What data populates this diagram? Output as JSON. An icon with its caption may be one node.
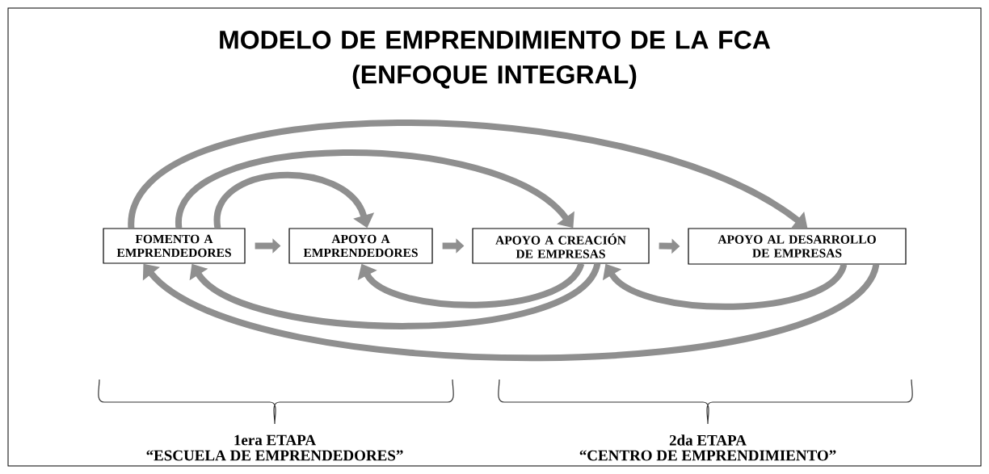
{
  "diagram": {
    "title": "MODELO DE EMPRENDIMIENTO DE LA FCA (ENFOQUE INTEGRAL)",
    "nodes": [
      {
        "text": [
          "FOMENTO A EMPRENDEDORES"
        ]
      },
      {
        "text": [
          "APOYO A EMPRENDEDORES"
        ]
      },
      {
        "text": [
          "APOYO A CREACIÓN DE EMPRESAS"
        ]
      },
      {
        "text": [
          "APOYO AL DESARROLLO DE EMPRESAS"
        ]
      }
    ],
    "edges": [
      {
        "from": 0,
        "to": 1,
        "arrow": "to"
      },
      {
        "from": 0,
        "to": 2,
        "arrow": "to"
      },
      {
        "from": 0,
        "to": 3,
        "arrow": "to"
      },
      {
        "from": 0,
        "to": 1,
        "arrow": "to"
      },
      {
        "from": 1,
        "to": 2,
        "arrow": "to"
      },
      {
        "from": 2,
        "to": 3,
        "arrow": "to"
      },
      {
        "from": 2,
        "to": 1,
        "arrow": "to"
      },
      {
        "from": 3,
        "to": 2,
        "arrow": "to"
      },
      {
        "from": 2,
        "to": 0,
        "arrow": "to"
      },
      {
        "from": 3,
        "to": 0,
        "arrow": "to"
      }
    ],
    "labels": [
      "1era ETAPA",
      "“ESCUELA DE EMPRENDEDORES”",
      "2da ETAPA",
      "“CENTRO DE EMPRENDIMIENTO”"
    ]
  }
}
